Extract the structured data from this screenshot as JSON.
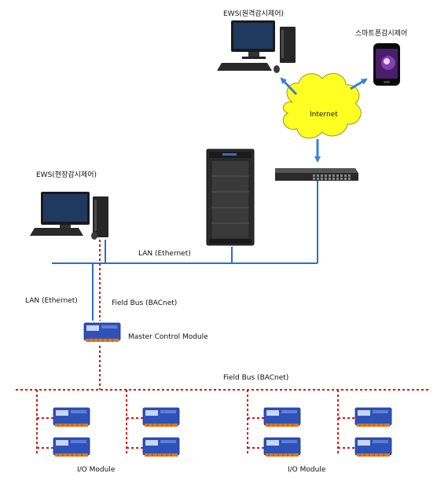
{
  "labels": {
    "ews_remote": "EWS(원격감시제어)",
    "smartphone": "스마트폰감시제어",
    "internet": "Internet",
    "ews_local": "EWS(현장감시제어)",
    "lan_top": "LAN (Ethernet)",
    "lan_left": "LAN (Ethernet)",
    "fieldbus_top": "Field Bus (BACnet)",
    "master_module": "Master Control  Module",
    "fieldbus_bottom": "Field Bus (BACnet)",
    "io_left": "I/O Module",
    "io_right": "I/O Module"
  },
  "colors": {
    "lan": "#2a6fc9",
    "fieldbus": "#e01010",
    "arrow": "#3a7fd5",
    "cloud_fill": "#ffff22",
    "module_blue": "#2d52b8",
    "module_orange": "#e0781a"
  }
}
